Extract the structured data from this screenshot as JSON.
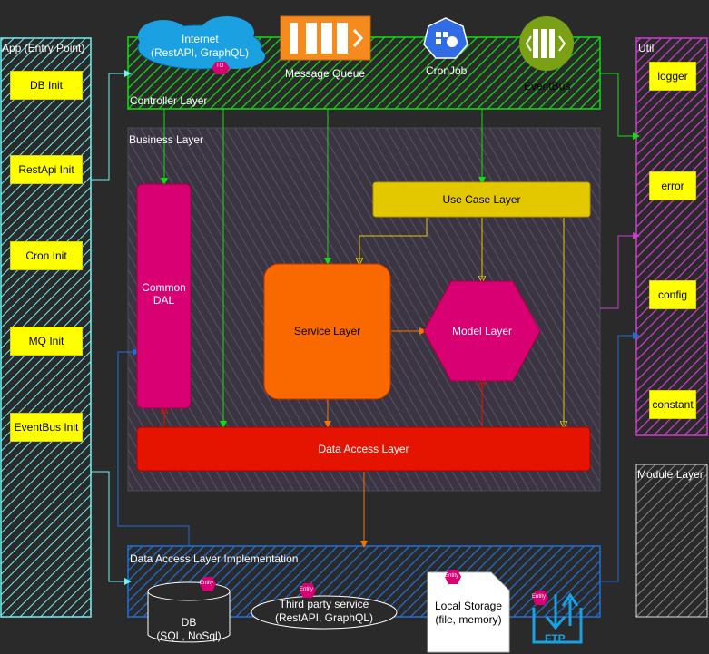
{
  "app": {
    "title": "App (Entry Point)",
    "items": [
      {
        "label": "DB Init"
      },
      {
        "label": "RestApi Init"
      },
      {
        "label": "Cron Init"
      },
      {
        "label": "MQ Init"
      },
      {
        "label": "EventBus Init"
      }
    ]
  },
  "controller": {
    "title": "Controller Layer",
    "internet": "Internet",
    "internet_sub": "(RestAPI, GraphQL)",
    "internet_badge": "TO",
    "mq": "Message Queue",
    "cron": "CronJob",
    "eventbus": "EventBus"
  },
  "business": {
    "title": "Business Layer",
    "common_dal": "Common\nDAL",
    "use_case": "Use Case Layer",
    "service": "Service Layer",
    "model": "Model Layer",
    "data_access": "Data Access Layer"
  },
  "impl": {
    "title": "Data Access Layer Implementation",
    "db": "DB",
    "db_sub": "(SQL, NoSql)",
    "third_party": "Third party service",
    "third_party_sub": "(RestAPI, GraphQL)",
    "local": "Local Storage",
    "local_sub": "(file, memory)",
    "ftp": "FTP",
    "entity_badge": "Entity"
  },
  "util": {
    "title": "Util",
    "items": [
      {
        "label": "logger"
      },
      {
        "label": "error"
      },
      {
        "label": "config"
      },
      {
        "label": "constant"
      }
    ]
  },
  "module": {
    "title": "Module Layer"
  },
  "colors": {
    "cyan": "#6ff2f2",
    "green": "#11dd11",
    "magenta": "#d13bd1",
    "blue": "#1f6fd6",
    "yellow": "#ffff00",
    "orange": "#f97300",
    "pink": "#d80073",
    "red": "#e51400",
    "gold": "#e3c800"
  }
}
